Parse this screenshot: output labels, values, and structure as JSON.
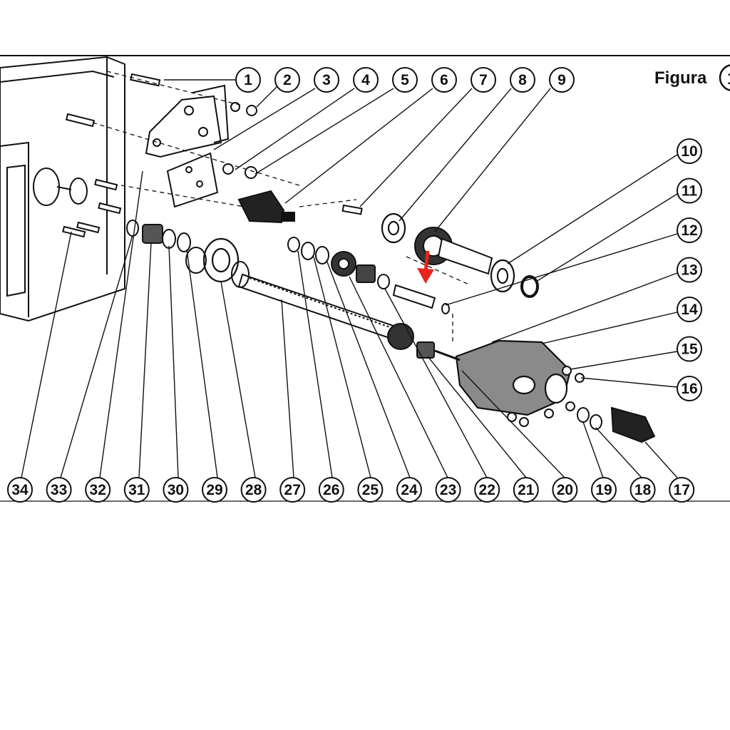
{
  "figure": {
    "title": "Figura",
    "number": "1"
  },
  "callouts_top": [
    "1",
    "2",
    "3",
    "4",
    "5",
    "6",
    "7",
    "8",
    "9"
  ],
  "callouts_right": [
    "10",
    "11",
    "12",
    "13",
    "14",
    "15",
    "16"
  ],
  "callouts_bottom": [
    "34",
    "33",
    "32",
    "31",
    "30",
    "29",
    "28",
    "27",
    "26",
    "25",
    "24",
    "23",
    "22",
    "21",
    "20",
    "19",
    "18",
    "17"
  ],
  "colors": {
    "ink": "#111111",
    "paper": "#ffffff",
    "arrow": "#e8241c"
  }
}
